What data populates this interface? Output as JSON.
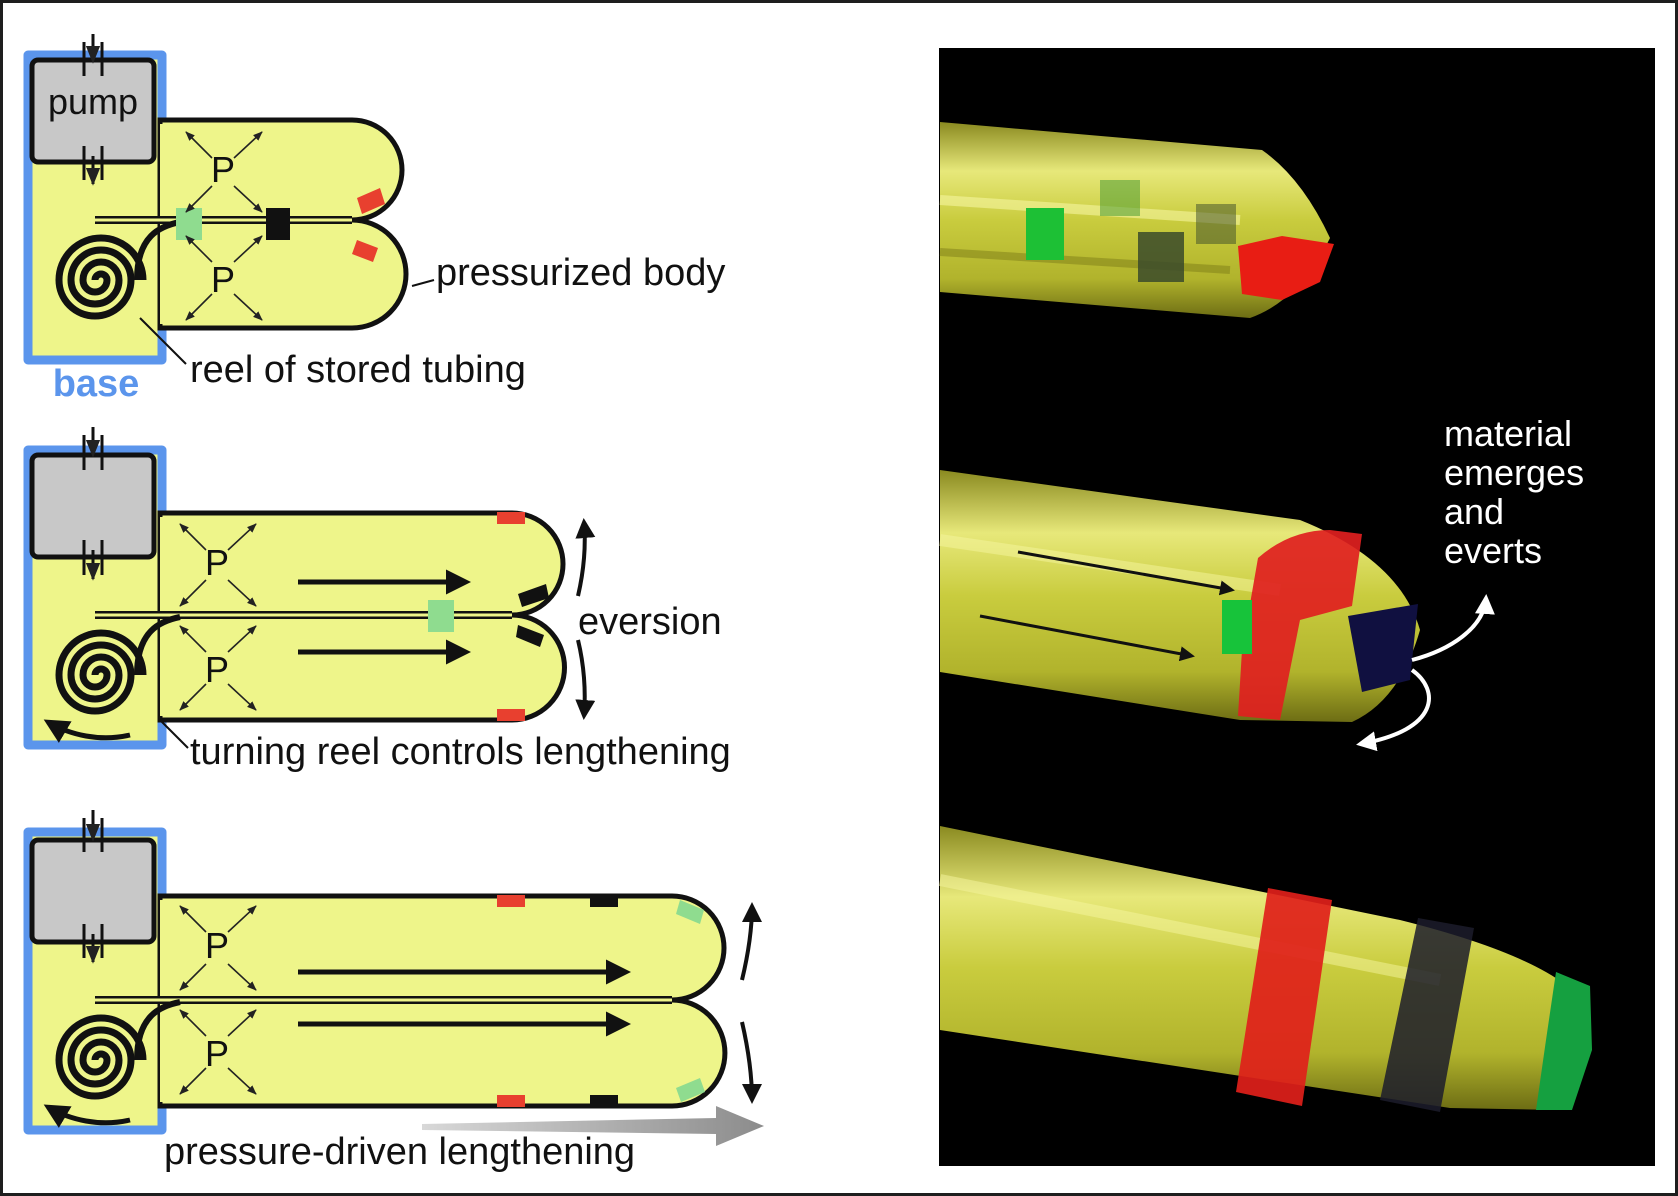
{
  "colors": {
    "body_fill": "#eef58a",
    "base_outline": "#5b95ec",
    "pump_fill": "#c8c8c8",
    "marker_red": "#e8402f",
    "marker_green": "#8fdc8f",
    "marker_black": "#111111",
    "photo_background": "#000000"
  },
  "diagram": {
    "panel1": {
      "pump_label": "pump",
      "pressure_top": "P",
      "pressure_bottom": "P",
      "body_label": "pressurized body",
      "reel_label": "reel of stored tubing",
      "base_label": "base"
    },
    "panel2": {
      "pressure_top": "P",
      "pressure_bottom": "P",
      "eversion_label": "eversion",
      "reel_label": "turning reel controls lengthening"
    },
    "panel3": {
      "pressure_top": "P",
      "pressure_bottom": "P",
      "lengthening_label": "pressure-driven lengthening"
    }
  },
  "photos": {
    "annotation_lines": [
      "material",
      "emerges",
      "and",
      "everts"
    ]
  }
}
